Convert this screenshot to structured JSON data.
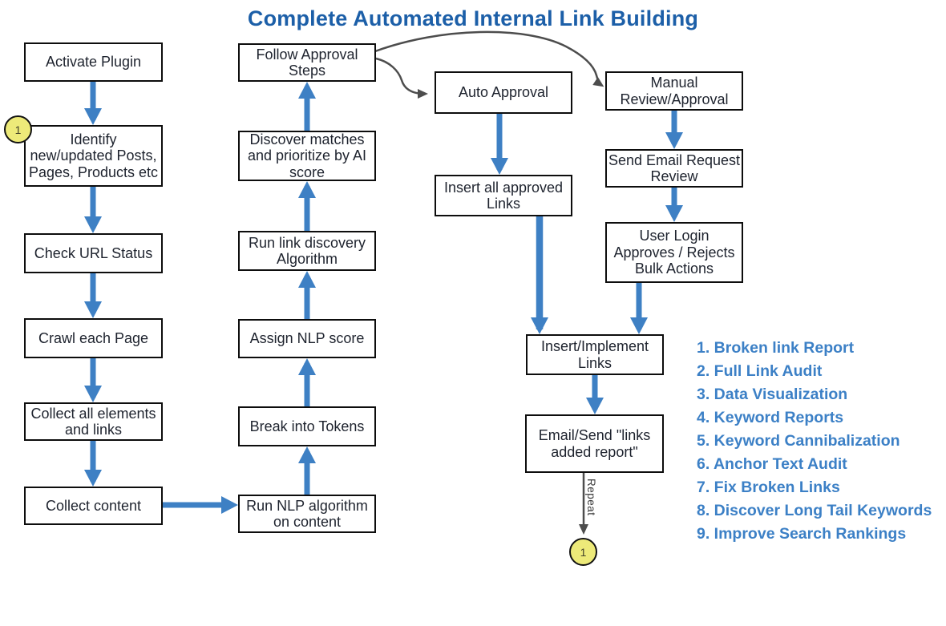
{
  "title": "Complete Automated Internal Link Building",
  "nodes": {
    "activate_plugin": "Activate Plugin",
    "identify": "Identify\nnew/updated Posts,\nPages, Products etc",
    "check_url": "Check URL Status",
    "crawl": "Crawl each Page",
    "collect_elements": "Collect all elements\nand links",
    "collect_content": "Collect content",
    "run_nlp": "Run NLP algorithm\non content",
    "break_tokens": "Break into Tokens",
    "assign_nlp": "Assign NLP score",
    "run_link_discovery": "Run link discovery\nAlgorithm",
    "discover_matches": "Discover matches\nand prioritize by AI\nscore",
    "follow_approval": "Follow Approval\nSteps",
    "auto_approval": "Auto Approval",
    "insert_approved": "Insert all approved\nLinks",
    "manual_review": "Manual\nReview/Approval",
    "send_email": "Send Email Request\nReview",
    "user_login": "User Login\nApproves / Rejects\nBulk Actions",
    "insert_implement": "Insert/Implement\nLinks",
    "email_report": "Email/Send \"links\nadded report\""
  },
  "connectors": {
    "start_marker": "1",
    "end_marker": "1",
    "repeat_label": "Repeat"
  },
  "benefits": [
    "1. Broken link Report",
    "2. Full Link Audit",
    "3. Data Visualization",
    "4. Keyword Reports",
    "5. Keyword Cannibalization",
    "6. Anchor Text Audit",
    "7. Fix Broken Links",
    "8. Discover Long Tail Keywords",
    "9. Improve Search Rankings"
  ],
  "colors": {
    "title_blue": "#1c5fa8",
    "list_blue": "#3c80c6",
    "arrow_blue": "#3e80c4",
    "connector_gray": "#4d4d4d",
    "marker_yellow": "#edea79"
  }
}
